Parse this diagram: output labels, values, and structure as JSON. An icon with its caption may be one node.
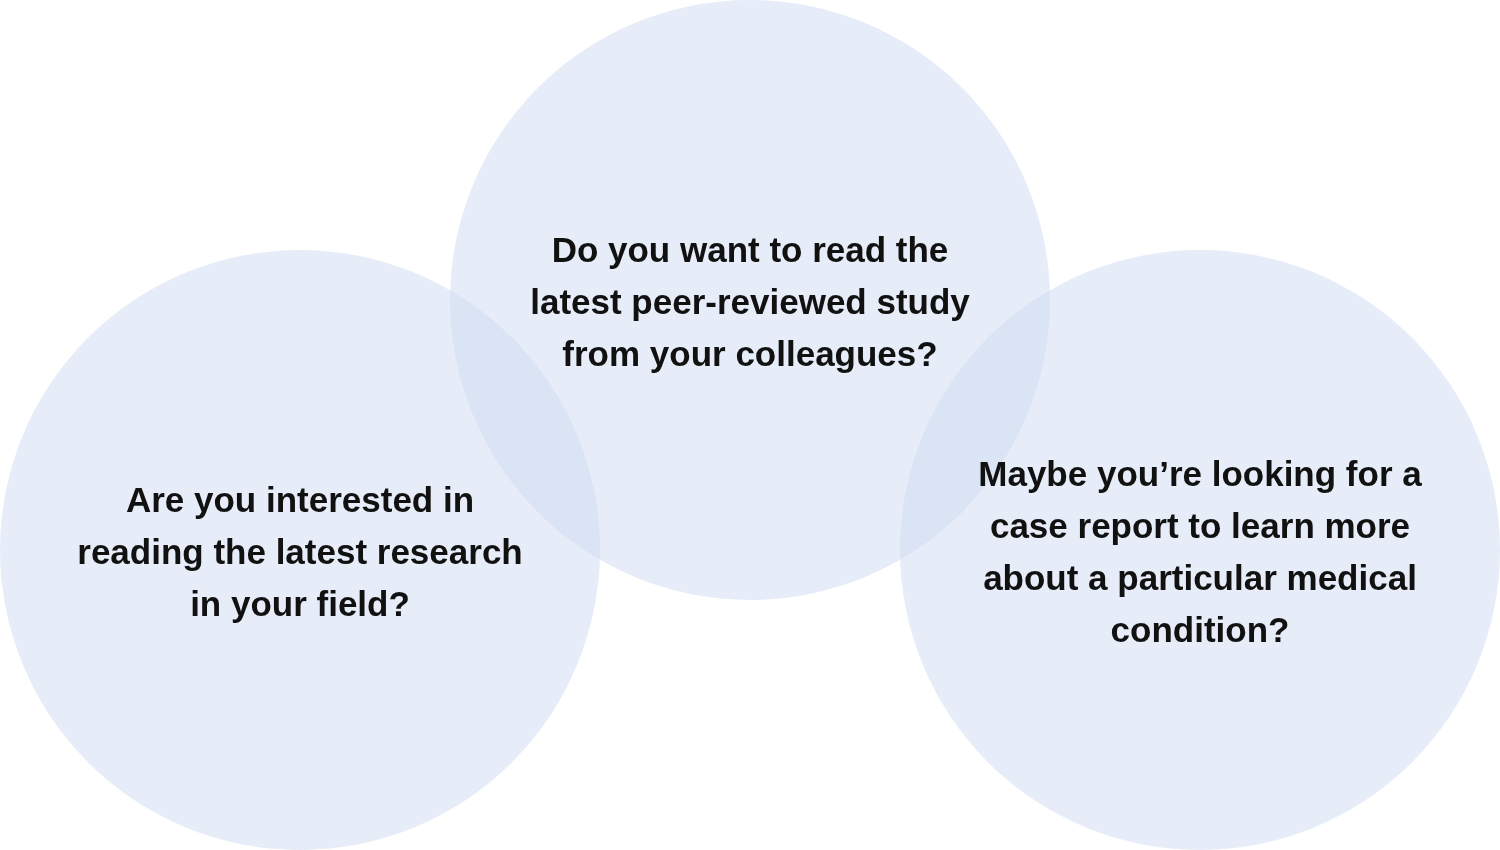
{
  "diagram": {
    "nodes": [
      {
        "text": [
          "Do you want to read the latest peer-reviewed study from your colleagues?"
        ]
      },
      {
        "text": [
          "Are you interested in reading the latest research in your field?"
        ]
      },
      {
        "text": [
          "Maybe you’re looking for a case report to learn more about a particular medical condition?"
        ]
      }
    ]
  }
}
